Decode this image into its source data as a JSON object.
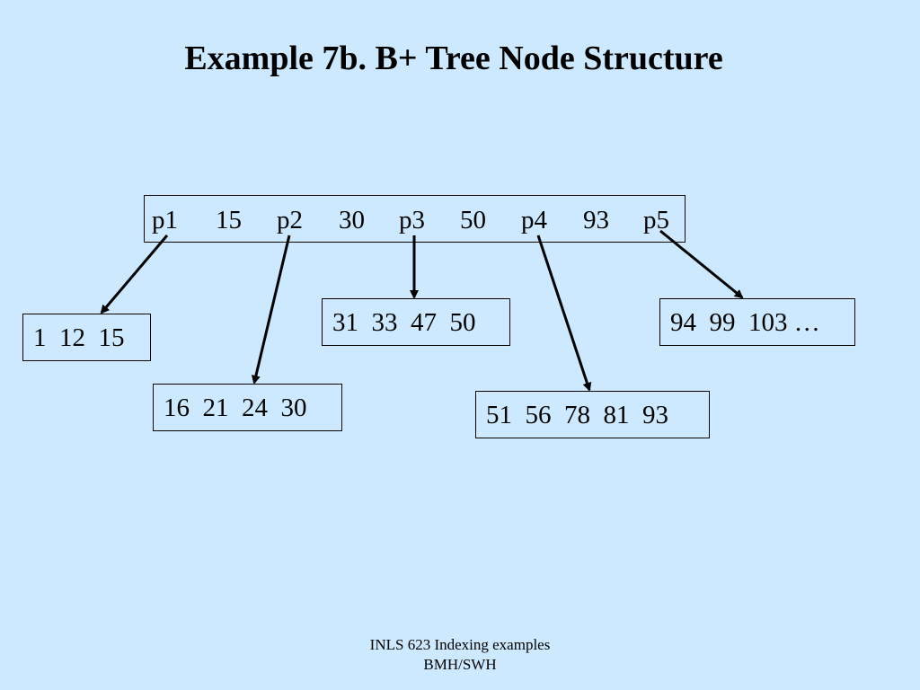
{
  "slide": {
    "title": "Example 7b. B+ Tree Node Structure",
    "background_color": "#cce9ff"
  },
  "root_node": {
    "items": [
      "p1",
      "15",
      "p2",
      "30",
      "p3",
      "50",
      "p4",
      "93",
      "p5"
    ]
  },
  "leaf_nodes": [
    {
      "keys": "1  12  15"
    },
    {
      "keys": "16  21  24  30"
    },
    {
      "keys": "31  33  47  50"
    },
    {
      "keys": "51  56  78  81  93"
    },
    {
      "keys": "94  99  103 …"
    }
  ],
  "pointers": [
    {
      "from": "p1",
      "to_leaf": 0
    },
    {
      "from": "p2",
      "to_leaf": 1
    },
    {
      "from": "p3",
      "to_leaf": 2
    },
    {
      "from": "p4",
      "to_leaf": 3
    },
    {
      "from": "p5",
      "to_leaf": 4
    }
  ],
  "footer": {
    "line1": "INLS 623 Indexing examples",
    "line2": "BMH/SWH"
  }
}
